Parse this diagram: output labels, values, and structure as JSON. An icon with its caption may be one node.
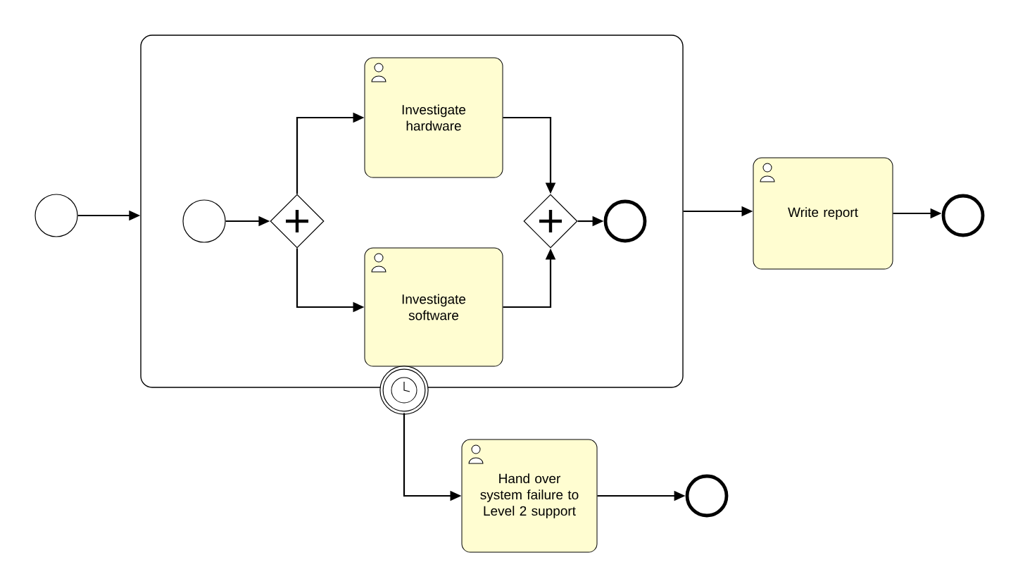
{
  "diagram": {
    "nodes": [
      {
        "text": [],
        "shape": "circle"
      },
      {
        "text": [],
        "shape": "box"
      },
      {
        "text": [],
        "shape": "circle",
        "in": 1
      },
      {
        "text": [],
        "shape": "diamond",
        "in": 1
      },
      {
        "text": [
          "Investigate hardware"
        ],
        "in": 1
      },
      {
        "text": [
          "Investigate software"
        ],
        "in": 1
      },
      {
        "text": [],
        "shape": "diamond",
        "in": 1
      },
      {
        "text": [],
        "shape": "circle",
        "in": 1
      },
      {
        "text": [
          "Write report"
        ]
      },
      {
        "text": [],
        "shape": "circle"
      },
      {
        "text": [],
        "shape": "circle"
      },
      {
        "text": [
          "Hand over system failure to Level 2 support"
        ]
      },
      {
        "text": [],
        "shape": "circle"
      }
    ],
    "edges": [
      {
        "from": 0,
        "to": 1,
        "arrow": "to"
      },
      {
        "from": 2,
        "to": 3,
        "arrow": "to"
      },
      {
        "from": 3,
        "to": 4,
        "arrow": "to"
      },
      {
        "from": 3,
        "to": 5,
        "arrow": "to"
      },
      {
        "from": 4,
        "to": 6,
        "arrow": "to"
      },
      {
        "from": 5,
        "to": 6,
        "arrow": "to"
      },
      {
        "from": 6,
        "to": 7,
        "arrow": "to"
      },
      {
        "from": 1,
        "to": 8,
        "arrow": "to"
      },
      {
        "from": 8,
        "to": 9,
        "arrow": "to"
      },
      {
        "from": 10,
        "to": 11,
        "arrow": "to"
      },
      {
        "from": 11,
        "to": 12,
        "arrow": "to"
      }
    ]
  }
}
